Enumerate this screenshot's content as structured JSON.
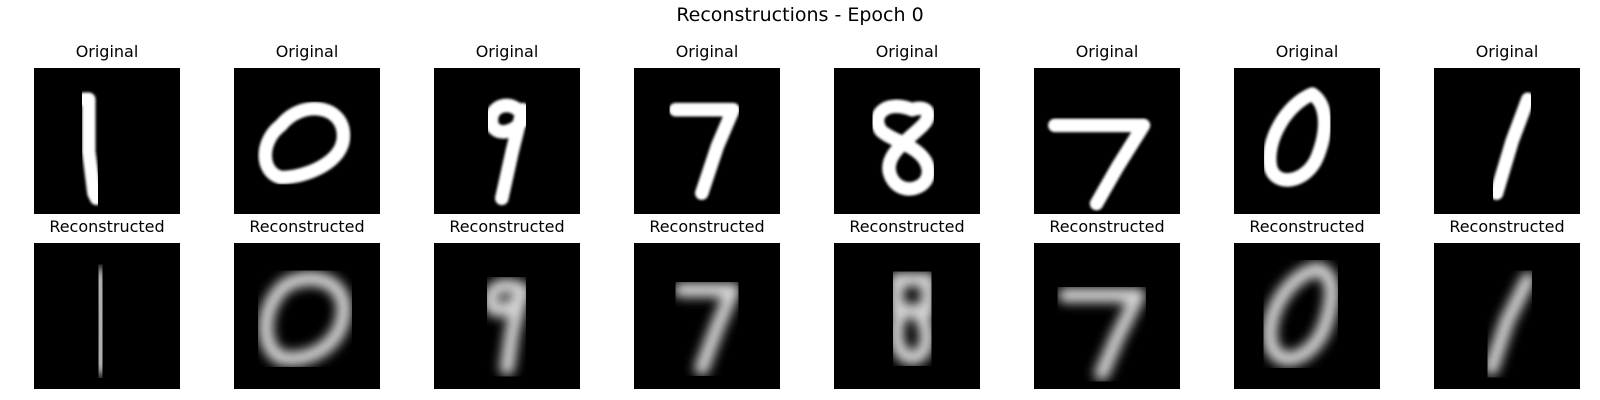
{
  "title": "Reconstructions - Epoch 0",
  "columns": [
    {
      "digit_original": "1",
      "digit_reconstructed": "1",
      "original_title": "Original",
      "reconstructed_title": "Reconstructed"
    },
    {
      "digit_original": "0",
      "digit_reconstructed": "0",
      "original_title": "Original",
      "reconstructed_title": "Reconstructed"
    },
    {
      "digit_original": "9",
      "digit_reconstructed": "9",
      "original_title": "Original",
      "reconstructed_title": "Reconstructed"
    },
    {
      "digit_original": "7",
      "digit_reconstructed": "7",
      "original_title": "Original",
      "reconstructed_title": "Reconstructed"
    },
    {
      "digit_original": "8",
      "digit_reconstructed": "8",
      "original_title": "Original",
      "reconstructed_title": "Reconstructed"
    },
    {
      "digit_original": "7",
      "digit_reconstructed": "7",
      "original_title": "Original",
      "reconstructed_title": "Reconstructed"
    },
    {
      "digit_original": "0",
      "digit_reconstructed": "0",
      "original_title": "Original",
      "reconstructed_title": "Reconstructed"
    },
    {
      "digit_original": "1",
      "digit_reconstructed": "1",
      "original_title": "Original",
      "reconstructed_title": "Reconstructed"
    }
  ],
  "colors": {
    "background": "#ffffff",
    "tile": "#000000",
    "stroke": "#ffffff"
  }
}
